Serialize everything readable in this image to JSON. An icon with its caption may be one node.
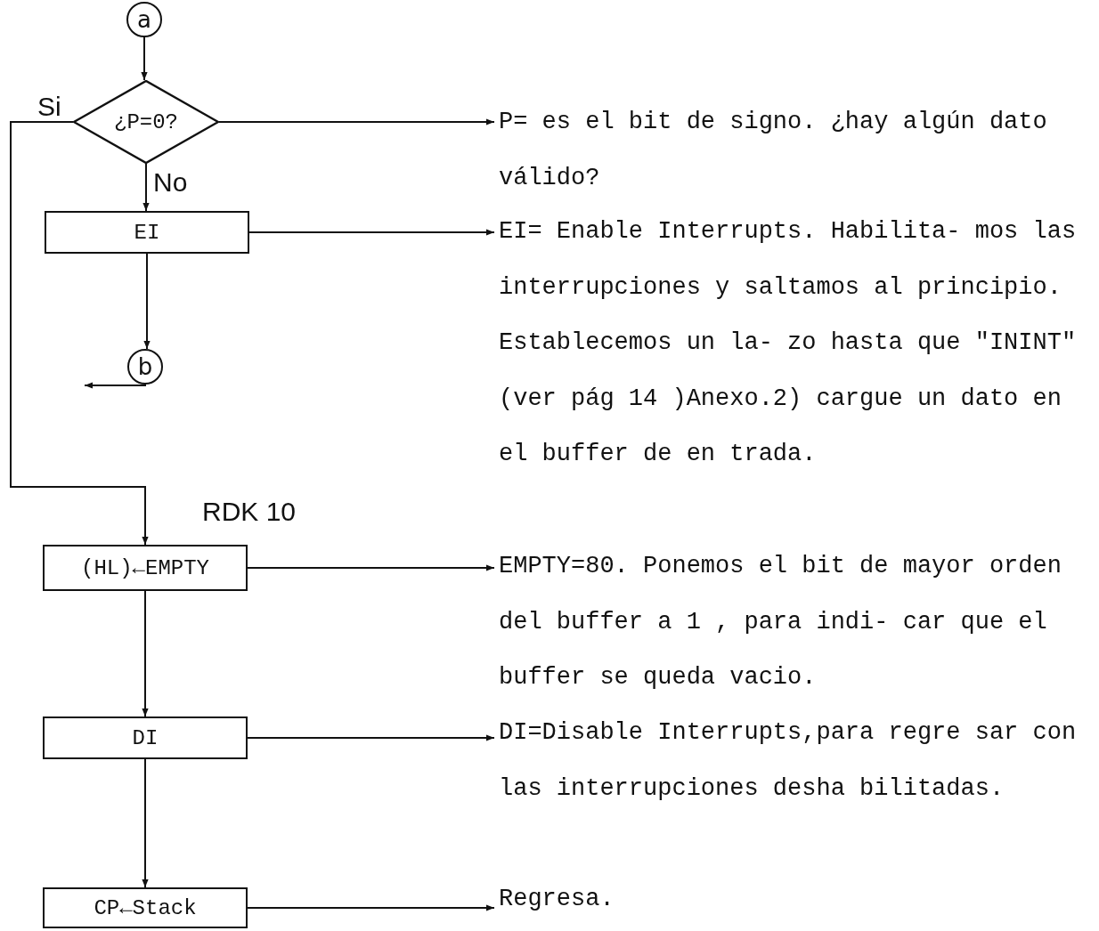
{
  "diagram": {
    "nodes": [
      {
        "text": [
          "a"
        ]
      },
      {
        "text": [
          "¿P=0?"
        ]
      },
      {
        "text": [
          "EI"
        ]
      },
      {
        "text": [
          "b"
        ]
      },
      {
        "text": [
          "(HL)←EMPTY"
        ]
      },
      {
        "text": [
          "DI"
        ]
      },
      {
        "text": [
          "CP←Stack"
        ]
      },
      {
        "text": [
          "P= es el bit de signo. ¿hay algún dato válido?"
        ]
      },
      {
        "text": [
          "EI= Enable Interrupts. Habilita- mos las interrupciones y saltamos al principio. Establecemos un la- zo hasta que \"ININT\" (ver pág 14 )Anexo.2) cargue un dato en el buffer de en trada."
        ]
      },
      {
        "text": [
          "EMPTY=80. Ponemos el bit de mayor orden del buffer a 1 , para indi- car que el buffer se queda vacio."
        ]
      },
      {
        "text": [
          "DI=Disable Interrupts,para regre sar con las interrupciones desha bilitadas."
        ]
      },
      {
        "text": [
          "Regresa."
        ]
      }
    ],
    "edges": [
      {
        "from": 0,
        "to": 1,
        "arrow": "to"
      },
      {
        "from": 1,
        "to": 2,
        "arrow": "to",
        "label": "No"
      },
      {
        "from": 2,
        "to": 3,
        "arrow": "to"
      },
      {
        "from": 3,
        "to": null,
        "arrow": "to"
      },
      {
        "from": 1,
        "to": 4,
        "arrow": "to",
        "label": "Si"
      },
      {
        "from": 4,
        "to": 5,
        "arrow": "to"
      },
      {
        "from": 5,
        "to": 6,
        "arrow": "to"
      },
      {
        "from": 1,
        "to": 7,
        "arrow": "to"
      },
      {
        "from": 2,
        "to": 8,
        "arrow": "to"
      },
      {
        "from": 4,
        "to": 9,
        "arrow": "to"
      },
      {
        "from": 5,
        "to": 10,
        "arrow": "to"
      },
      {
        "from": 6,
        "to": 11,
        "arrow": "to"
      }
    ],
    "labels": [
      "RDK 10"
    ]
  }
}
